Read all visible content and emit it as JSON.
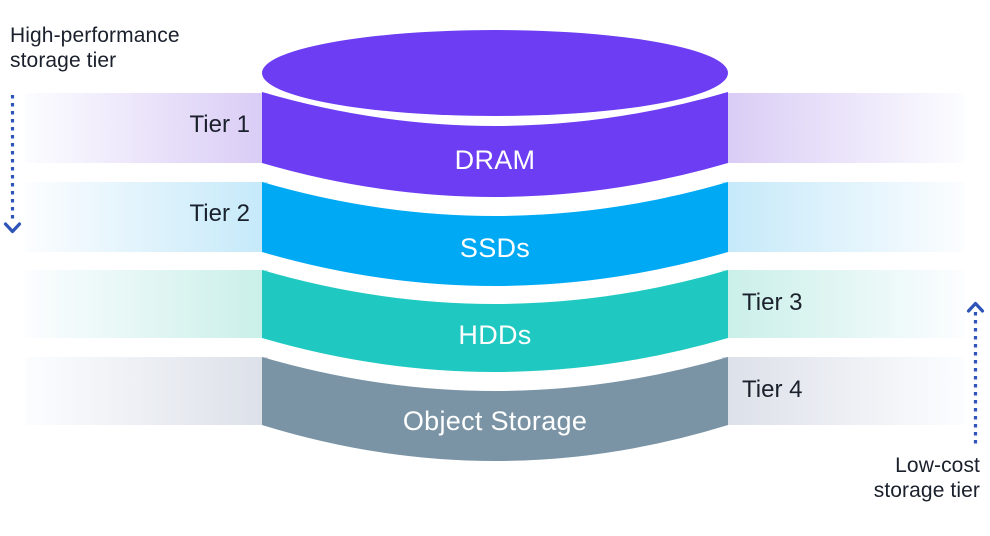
{
  "annotations": {
    "high_perf_line1": "High-performance",
    "high_perf_line2": "storage tier",
    "low_cost_line1": "Low-cost",
    "low_cost_line2": "storage tier"
  },
  "colors": {
    "arrow": "#2e54b8",
    "band_fade": "#fcfdff",
    "text_dark": "#1a202c",
    "text_light": "#ffffff",
    "background": "#ffffff"
  },
  "tiers": [
    {
      "band_label": "Tier 1",
      "segment_label": "DRAM",
      "segment_color": "#6c3df2",
      "band_tint": "#d9cbf5"
    },
    {
      "band_label": "Tier 2",
      "segment_label": "SSDs",
      "segment_color": "#00a9f4",
      "band_tint": "#c4e9f9"
    },
    {
      "band_label": "Tier 3",
      "segment_label": "HDDs",
      "segment_color": "#1fc9c1",
      "band_tint": "#c9efe9"
    },
    {
      "band_label": "Tier 4",
      "segment_label": "Object Storage",
      "segment_color": "#7a94a6",
      "band_tint": "#dce0e8"
    }
  ]
}
